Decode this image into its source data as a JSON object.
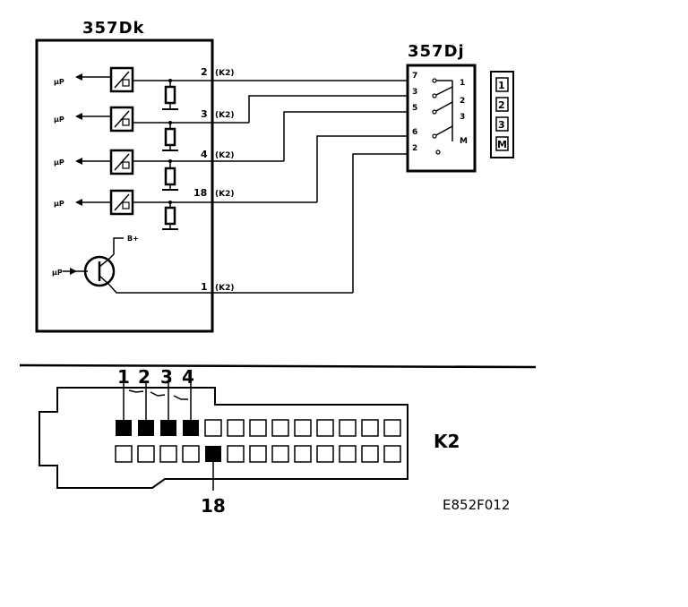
{
  "module_dk": {
    "title": "357Dk",
    "outputs": [
      {
        "pin": "2",
        "conn": "(K2)",
        "arrow": "µP"
      },
      {
        "pin": "3",
        "conn": "(K2)",
        "arrow": "µP"
      },
      {
        "pin": "4",
        "conn": "(K2)",
        "arrow": "µP"
      },
      {
        "pin": "18",
        "conn": "(K2)",
        "arrow": "µP"
      }
    ],
    "transistor": {
      "pin": "1",
      "conn": "(K2)",
      "arrow": "µP",
      "supply": "B+"
    }
  },
  "module_dj": {
    "title": "357Dj",
    "left_pins": [
      "7",
      "3",
      "5",
      "6",
      "2"
    ],
    "right_pins": [
      "1",
      "2",
      "3",
      "M"
    ]
  },
  "selector": {
    "labels": [
      "1",
      "2",
      "3",
      "M"
    ]
  },
  "connector": {
    "name": "K2",
    "top_numbers": [
      "1",
      "2",
      "3",
      "4"
    ],
    "bottom_number": "18"
  },
  "figure_code": "E852F012"
}
